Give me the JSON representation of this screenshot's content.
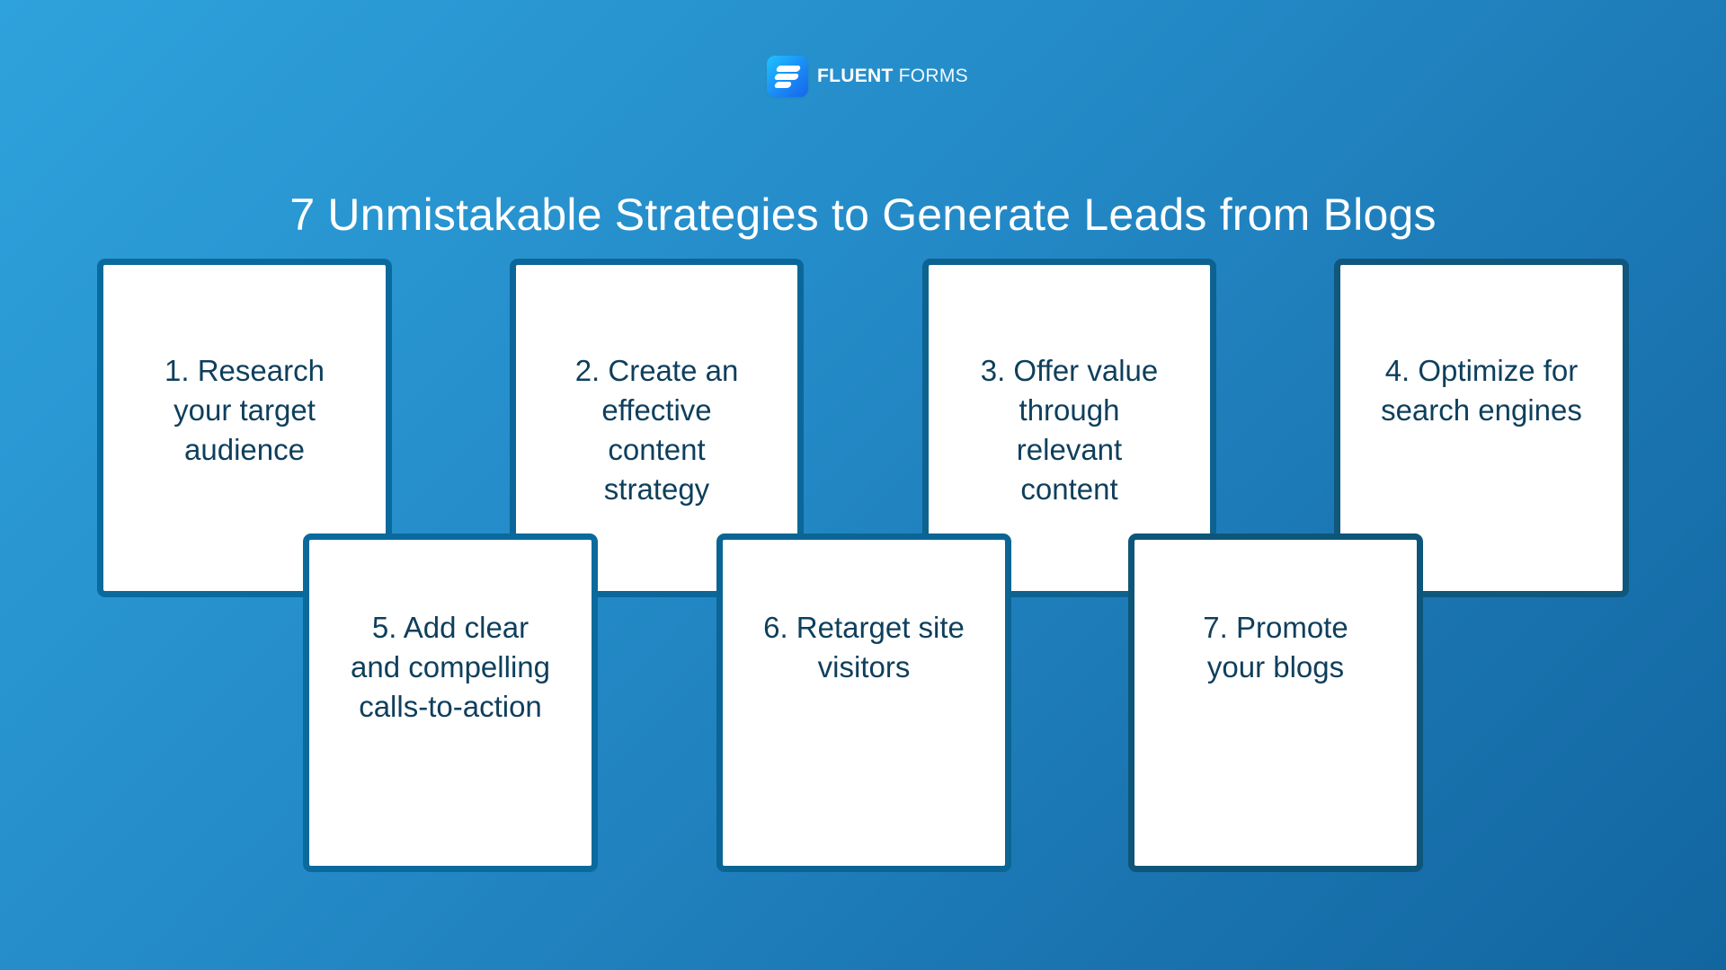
{
  "brand": {
    "icon": "fluent-forms-logo-icon",
    "name_bold": "FLUENT",
    "name_light": "FORMS"
  },
  "title": "7 Unmistakable Strategies to Generate Leads from Blogs",
  "colors": {
    "background_start": "#2ea2dc",
    "background_end": "#1266a0",
    "card_border": "#0b6799",
    "card_fill": "#ffffff",
    "card_text": "#0e3f5c",
    "title_text": "#ffffff"
  },
  "strategies": [
    {
      "number": 1,
      "label": "1. Research your target audience"
    },
    {
      "number": 2,
      "label": "2. Create an effective content strategy"
    },
    {
      "number": 3,
      "label": "3. Offer value through relevant content"
    },
    {
      "number": 4,
      "label": "4. Optimize for search engines"
    },
    {
      "number": 5,
      "label": "5. Add clear and compelling calls-to-action"
    },
    {
      "number": 6,
      "label": "6. Retarget site visitors"
    },
    {
      "number": 7,
      "label": "7. Promote your blogs"
    }
  ]
}
